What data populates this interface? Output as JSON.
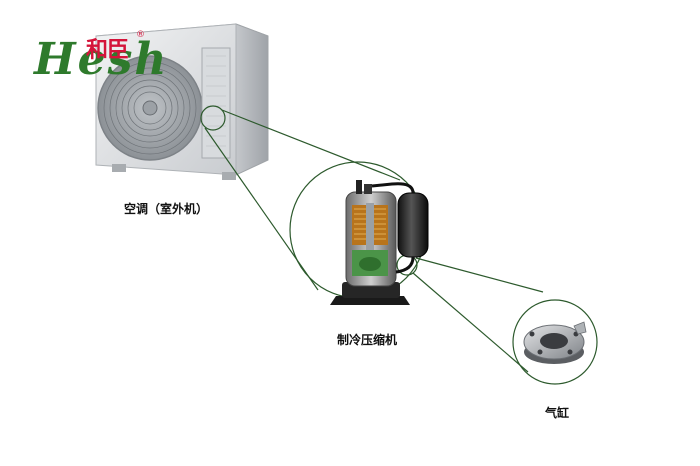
{
  "labels": {
    "outdoor_unit": "空调（室外机）",
    "compressor": "制冷压缩机",
    "cylinder": "气缸"
  },
  "logo": {
    "script_text": "Hesh",
    "chinese_text": "和臣",
    "registered_mark": "®"
  },
  "colors": {
    "connector_line": "#2d5a2d",
    "logo_green": "#2e7a2c",
    "logo_red": "#d4143a"
  }
}
